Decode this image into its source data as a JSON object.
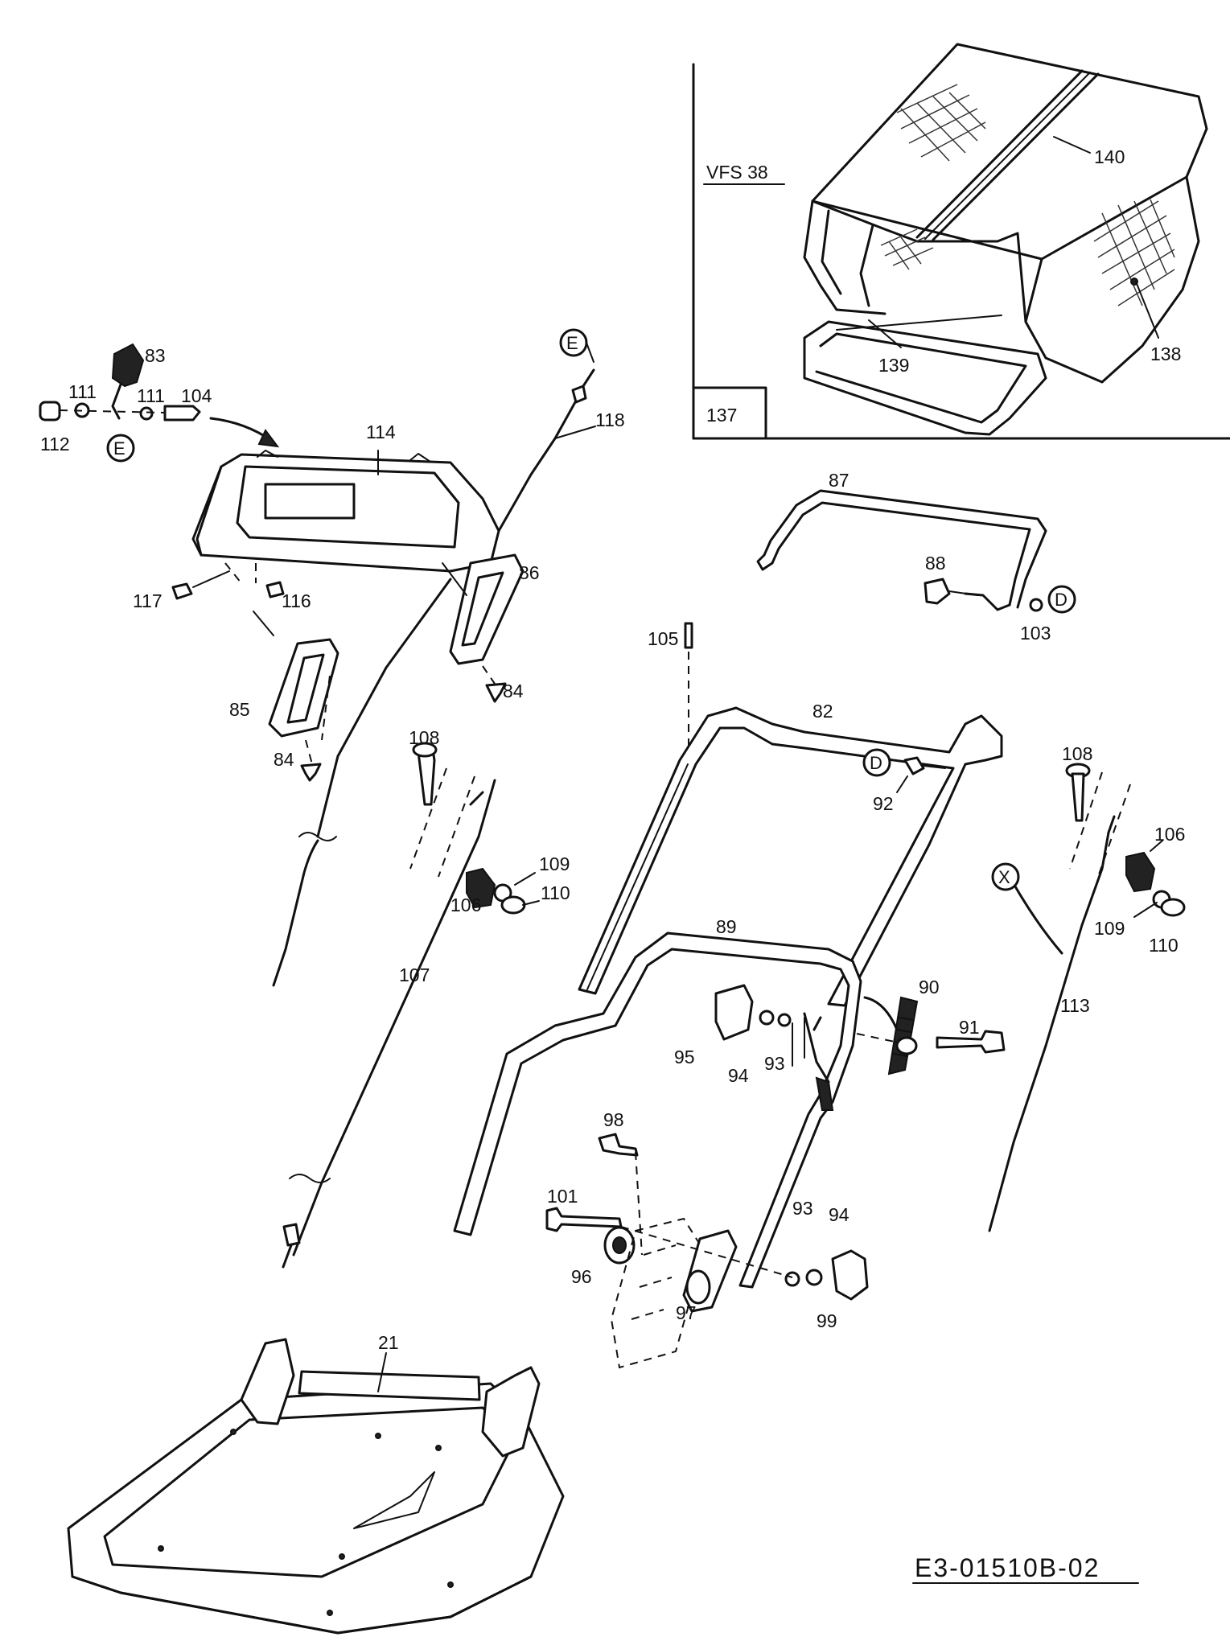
{
  "diagram": {
    "inset_model": "VFS 38",
    "inset_part_number": "137",
    "drawing_code": "E3-01510B-02",
    "callouts": {
      "E": "E",
      "D": "D",
      "X": "X"
    },
    "parts": {
      "p21": "21",
      "p82": "82",
      "p83": "83",
      "p84": "84",
      "p85": "85",
      "p86": "86",
      "p87": "87",
      "p88": "88",
      "p89": "89",
      "p90": "90",
      "p91": "91",
      "p92": "92",
      "p93": "93",
      "p94": "94",
      "p95": "95",
      "p96": "96",
      "p97": "97",
      "p98": "98",
      "p99": "99",
      "p101": "101",
      "p103": "103",
      "p104": "104",
      "p105": "105",
      "p106": "106",
      "p107": "107",
      "p108": "108",
      "p109": "109",
      "p110": "110",
      "p111": "111",
      "p112": "112",
      "p113": "113",
      "p114": "114",
      "p116": "116",
      "p117": "117",
      "p118": "118",
      "p138": "138",
      "p139": "139",
      "p140": "140"
    }
  }
}
